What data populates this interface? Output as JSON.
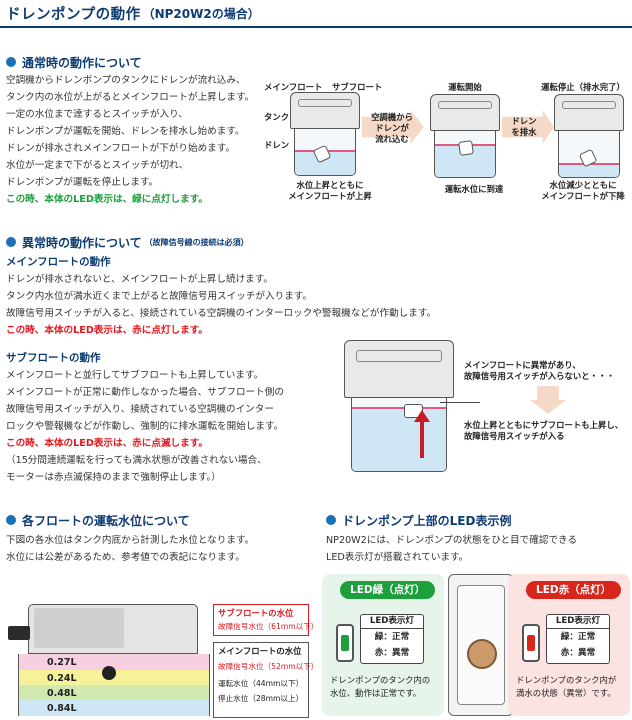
{
  "header": {
    "title": "ドレンポンプの動作",
    "subtitle": "（NP20W2の場合）"
  },
  "normal": {
    "heading": "通常時の動作について",
    "lines": [
      "空調機からドレンポンプのタンクにドレンが流れ込み、",
      "タンク内の水位が上がるとメインフロートが上昇します。",
      "一定の水位まで達するとスイッチが入り、",
      "ドレンポンプが運転を開始、ドレンを排水し始めます。",
      "ドレンが排水されメインフロートが下がり始めます。",
      "水位が一定まで下がるとスイッチが切れ、",
      "ドレンポンプが運転を停止します。"
    ],
    "note": "この時、本体のLED表示は、緑に点灯します。",
    "diagram": {
      "label_main_float": "メインフロート",
      "label_sub_float": "サブフロート",
      "label_tank": "タンク",
      "label_drain": "ドレン",
      "arrow1_lines": [
        "空調機から",
        "ドレンが",
        "流れ込む"
      ],
      "arrow2_lines": [
        "ドレン",
        "を排水"
      ],
      "caption1_lines": [
        "水位上昇とともに",
        "メインフロートが上昇"
      ],
      "stage2_title": "運転開始",
      "stage2_caption": "運転水位に到達",
      "stage3_title": "運転停止（排水完了）",
      "caption3_lines": [
        "水位減少とともに",
        "メインフロートが下降"
      ]
    }
  },
  "abnormal": {
    "heading": "異常時の動作について",
    "heading_note": "（故障信号線の接続は必須）",
    "main_float": {
      "title": "メインフロートの動作",
      "lines": [
        "ドレンが排水されないと、メインフロートが上昇し続けます。",
        "タンク内水位が満水近くまで上がると故障信号用スイッチが入ります。",
        "故障信号用スイッチが入ると、接続されている空調機のインターロックや警報機などが作動します。"
      ],
      "note": "この時、本体のLED表示は、赤に点灯します。"
    },
    "sub_float": {
      "title": "サブフロートの動作",
      "lines": [
        "メインフロートと並行してサブフロートも上昇しています。",
        "メインフロートが正常に動作しなかった場合、サブフロート側の",
        "故障信号用スイッチが入り、接続されている空調機のインター",
        "ロックや警報機などが作動し、強制的に排水運転を開始します。"
      ],
      "note": "この時、本体のLED表示は、赤に点滅します。",
      "footnote_lines": [
        "（15分間連続運転を行っても満水状態が改善されない場合、",
        "モーターは赤点滅保持のままで強制停止します。）"
      ]
    },
    "diagram": {
      "callout1_lines": [
        "メインフロートに異常があり、",
        "故障信号用スイッチが入らないと・・・"
      ],
      "callout2_lines": [
        "水位上昇とともにサブフロートも上昇し、",
        "故障信号用スイッチが入る"
      ]
    }
  },
  "levels": {
    "heading": "各フロートの運転水位について",
    "lines": [
      "下図の各水位はタンク内底から計測した水位となります。",
      "水位には公差があるため、参考値での表記になります。"
    ],
    "volumes": [
      "0.27L",
      "0.24L",
      "0.48L",
      "0.84L"
    ],
    "sub_float_title": "サブフロートの水位",
    "sub_float_value": "故障信号水位（61mm以下）",
    "main_float_title": "メインフロートの水位",
    "main_float_values": [
      "故障信号水位（52mm以下）",
      "運転水位（44mm以下）",
      "停止水位（28mm以上）"
    ],
    "colors": {
      "pink": "#f6cfe0",
      "yellow": "#f5f29a",
      "green": "#cfe9b0",
      "blue": "#cde6f4",
      "red": "#e3171d"
    }
  },
  "led": {
    "heading": "ドレンポンプ上部のLED表示例",
    "lines": [
      "NP20W2には、ドレンポンプの状態をひと目で確認できる",
      "LED表示灯が搭載されています。"
    ],
    "green_panel": {
      "pill": "LED緑（点灯）",
      "box_title": "LED表示灯",
      "row1": "緑：正常",
      "row2": "赤：異常",
      "caption_lines": [
        "ドレンポンプのタンク内の",
        "水位、動作は正常です。"
      ]
    },
    "red_panel": {
      "pill": "LED赤（点灯）",
      "box_title": "LED表示灯",
      "row1": "緑：正常",
      "row2": "赤：異常",
      "caption_lines": [
        "ドレンポンプのタンク内が",
        "満水の状態（異常）です。"
      ]
    },
    "colors": {
      "green": "#1d9f3c",
      "red": "#d9261c",
      "green_bg": "#e7f4ea",
      "red_bg": "#fbe3e1"
    }
  }
}
